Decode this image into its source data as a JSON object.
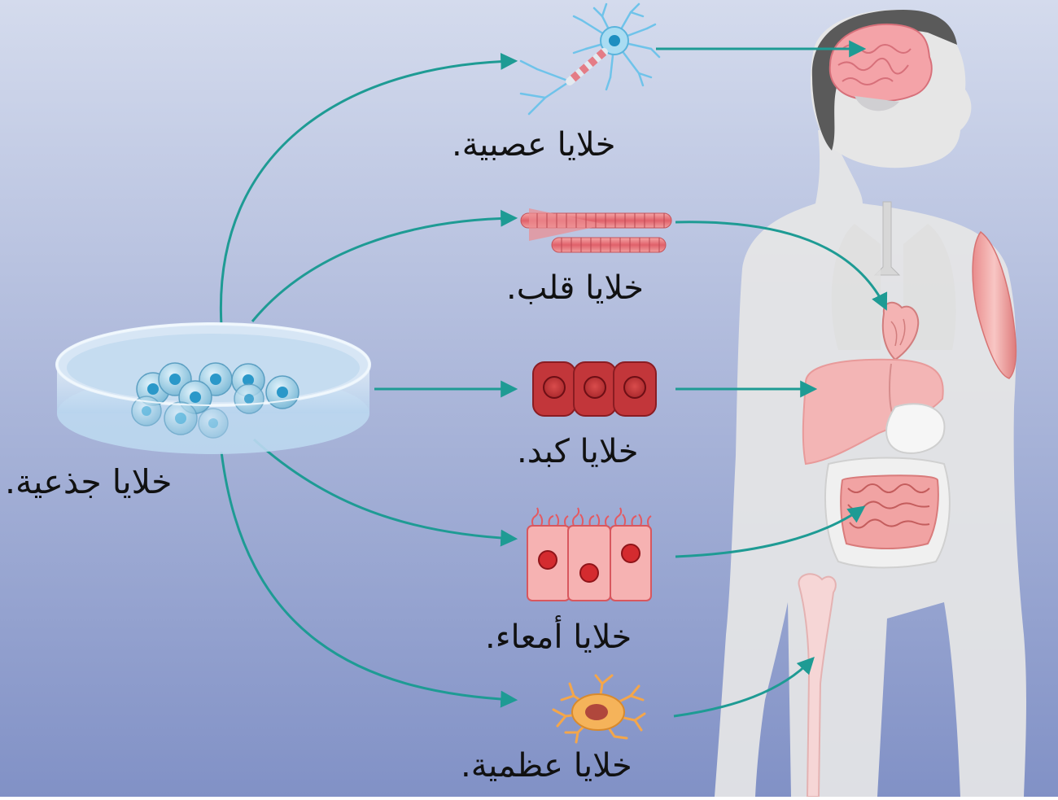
{
  "diagram": {
    "source": {
      "label": "خلايا جذعية."
    },
    "targets": [
      {
        "id": "nerve",
        "label": "خلايا عصبية.",
        "organ": "brain",
        "icon": "neuron-icon"
      },
      {
        "id": "heart",
        "label": "خلايا قلب.",
        "organ": "heart",
        "icon": "cardiac-muscle-fiber-icon"
      },
      {
        "id": "liver",
        "label": "خلايا كبد.",
        "organ": "liver",
        "icon": "liver-cell-icon"
      },
      {
        "id": "intestine",
        "label": "خلايا أمعاء.",
        "organ": "intestine",
        "icon": "intestinal-cell-icon"
      },
      {
        "id": "bone",
        "label": "خلايا عظمية.",
        "organ": "bone",
        "icon": "osteocyte-icon"
      }
    ],
    "colors": {
      "background_top": "#d4dbed",
      "background_bottom": "#8191c6",
      "arrow": "#1e9b94",
      "body": "#e6e6e6",
      "organ_pink": "#f4b3b3",
      "hair": "#5a5a5a",
      "stem_cell": "#7ec8e3"
    }
  }
}
